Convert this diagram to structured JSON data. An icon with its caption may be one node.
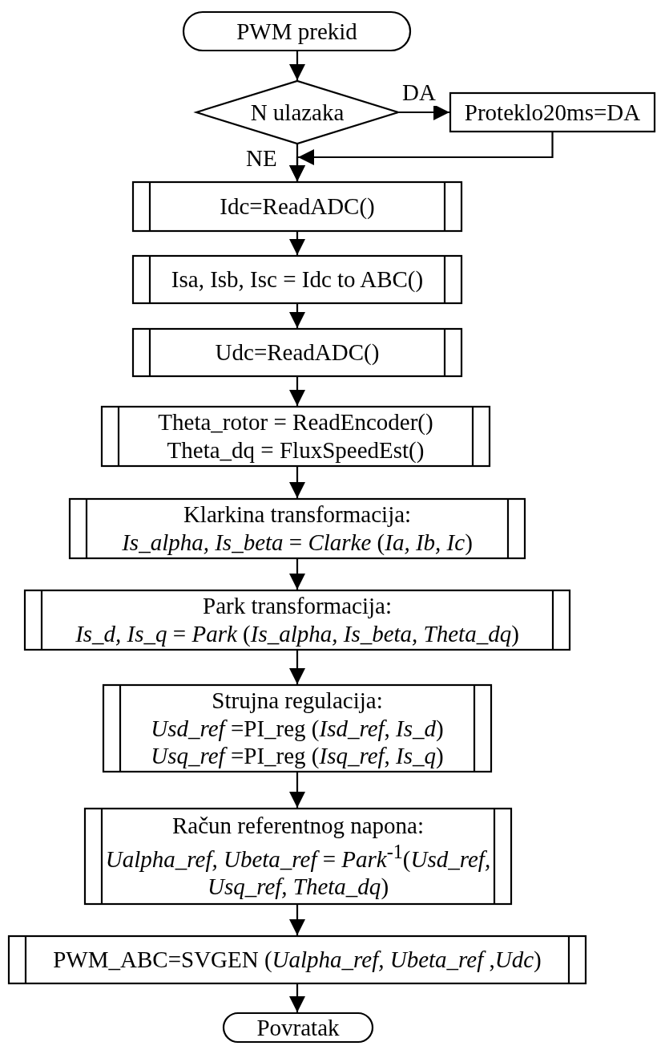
{
  "diagram": {
    "nodes": [
      {
        "text": [
          "PWM prekid"
        ]
      },
      {
        "text": [
          "N ulazaka"
        ]
      },
      {
        "text": [
          "Proteklo20ms=DA"
        ]
      },
      {
        "text": [
          "Idc=ReadADC()"
        ]
      },
      {
        "text": [
          "Isa, Isb, Isc = Idc to ABC()"
        ]
      },
      {
        "text": [
          "Udc=ReadADC()"
        ]
      },
      {
        "text": [
          "Theta_rotor = ReadEncoder()",
          "Theta_dq = FluxSpeedEst()"
        ]
      },
      {
        "text": [
          "Klarkina transformacija:",
          "*Is_alpha, Is_beta* = *Clarke* (*Ia, Ib, Ic*)"
        ]
      },
      {
        "text": [
          "Park transformacija:",
          "*Is_d, Is_q* = *Park* (*Is_alpha, Is_beta, Theta_dq*)"
        ]
      },
      {
        "text": [
          "Strujna regulacija:",
          "*Usd_ref* =PI_reg (*Isd_ref*, *Is_d*)",
          "*Usq_ref* =PI_reg (*Isq_ref*, *Is_q*)"
        ]
      },
      {
        "text": [
          "Račun referentnog napona:",
          "*Ualpha_ref, Ubeta_ref* = *Park*$^{-1}$(*Usd_ref, Usq_ref, Theta_dq*)"
        ]
      },
      {
        "text": [
          "PWM_ABC=SVGEN (*Ualpha_ref, Ubeta_ref* ,*Udc*)"
        ]
      },
      {
        "text": [
          "Povratak"
        ]
      }
    ],
    "edges": [
      {
        "from": 0,
        "to": 1,
        "arrow": "to"
      },
      {
        "from": 1,
        "to": 2,
        "arrow": "to",
        "label": "DA"
      },
      {
        "from": 1,
        "to": 3,
        "arrow": "to",
        "label": "NE"
      },
      {
        "from": 2,
        "to": 3,
        "arrow": "to"
      },
      {
        "from": 3,
        "to": 4,
        "arrow": "to"
      },
      {
        "from": 4,
        "to": 5,
        "arrow": "to"
      },
      {
        "from": 5,
        "to": 6,
        "arrow": "to"
      },
      {
        "from": 6,
        "to": 7,
        "arrow": "to"
      },
      {
        "from": 7,
        "to": 8,
        "arrow": "to"
      },
      {
        "from": 8,
        "to": 9,
        "arrow": "to"
      },
      {
        "from": 9,
        "to": 10,
        "arrow": "to"
      },
      {
        "from": 10,
        "to": 11,
        "arrow": "to"
      },
      {
        "from": 11,
        "to": 12,
        "arrow": "to"
      }
    ]
  }
}
